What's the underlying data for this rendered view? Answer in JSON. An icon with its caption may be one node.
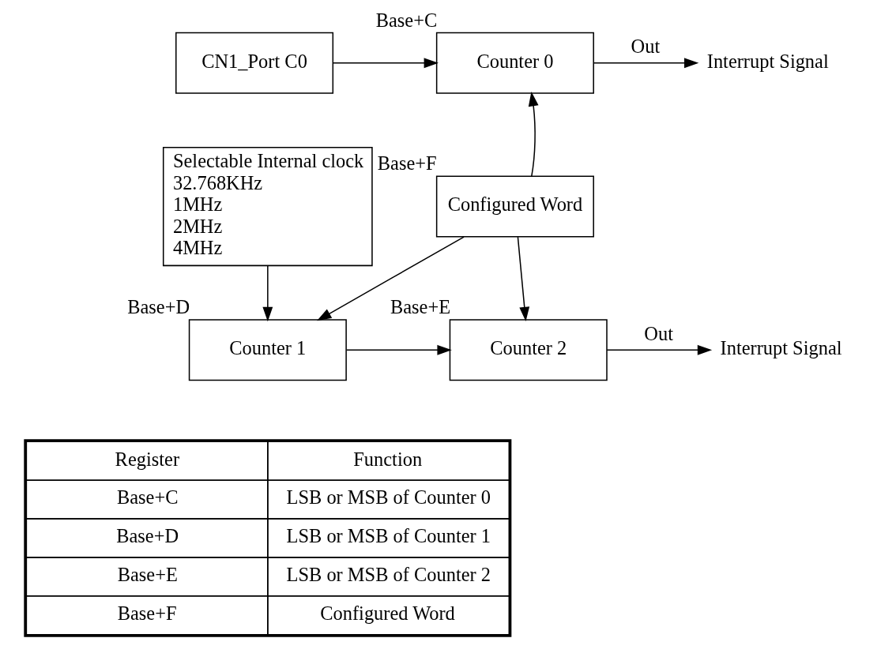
{
  "diagram": {
    "nodes": [
      {
        "text": [
          "CN1_Port C0"
        ]
      },
      {
        "text": [
          "Counter 0"
        ],
        "beside": [
          "Base+C"
        ]
      },
      {
        "text": [
          "Interrupt Signal"
        ]
      },
      {
        "text": [
          "Selectable Internal clock",
          "32.768KHz",
          "1MHz",
          "2MHz",
          "4MHz"
        ]
      },
      {
        "text": [
          "Configured Word"
        ],
        "beside": [
          "Base+F"
        ]
      },
      {
        "text": [
          "Counter 1"
        ],
        "beside": [
          "Base+D"
        ]
      },
      {
        "text": [
          "Counter 2"
        ],
        "beside": [
          "Base+E"
        ]
      },
      {
        "text": [
          "Interrupt Signal"
        ]
      }
    ],
    "edges": [
      {
        "from": 0,
        "to": 1,
        "arrow": "to"
      },
      {
        "from": 1,
        "to": 2,
        "arrow": "to",
        "label": "Out"
      },
      {
        "from": 4,
        "to": 1,
        "arrow": "to"
      },
      {
        "from": 4,
        "to": 5,
        "arrow": "to"
      },
      {
        "from": 4,
        "to": 6,
        "arrow": "to"
      },
      {
        "from": 3,
        "to": 5,
        "arrow": "to"
      },
      {
        "from": 5,
        "to": 6,
        "arrow": "to"
      },
      {
        "from": 6,
        "to": 7,
        "arrow": "to",
        "label": "Out"
      }
    ],
    "labels": [
      "Register",
      "Function",
      "Base+C",
      "LSB or MSB of Counter 0",
      "Base+D",
      "LSB or MSB of Counter 1",
      "Base+E",
      "LSB or MSB of Counter 2",
      "Base+F",
      "Configured Word"
    ]
  }
}
